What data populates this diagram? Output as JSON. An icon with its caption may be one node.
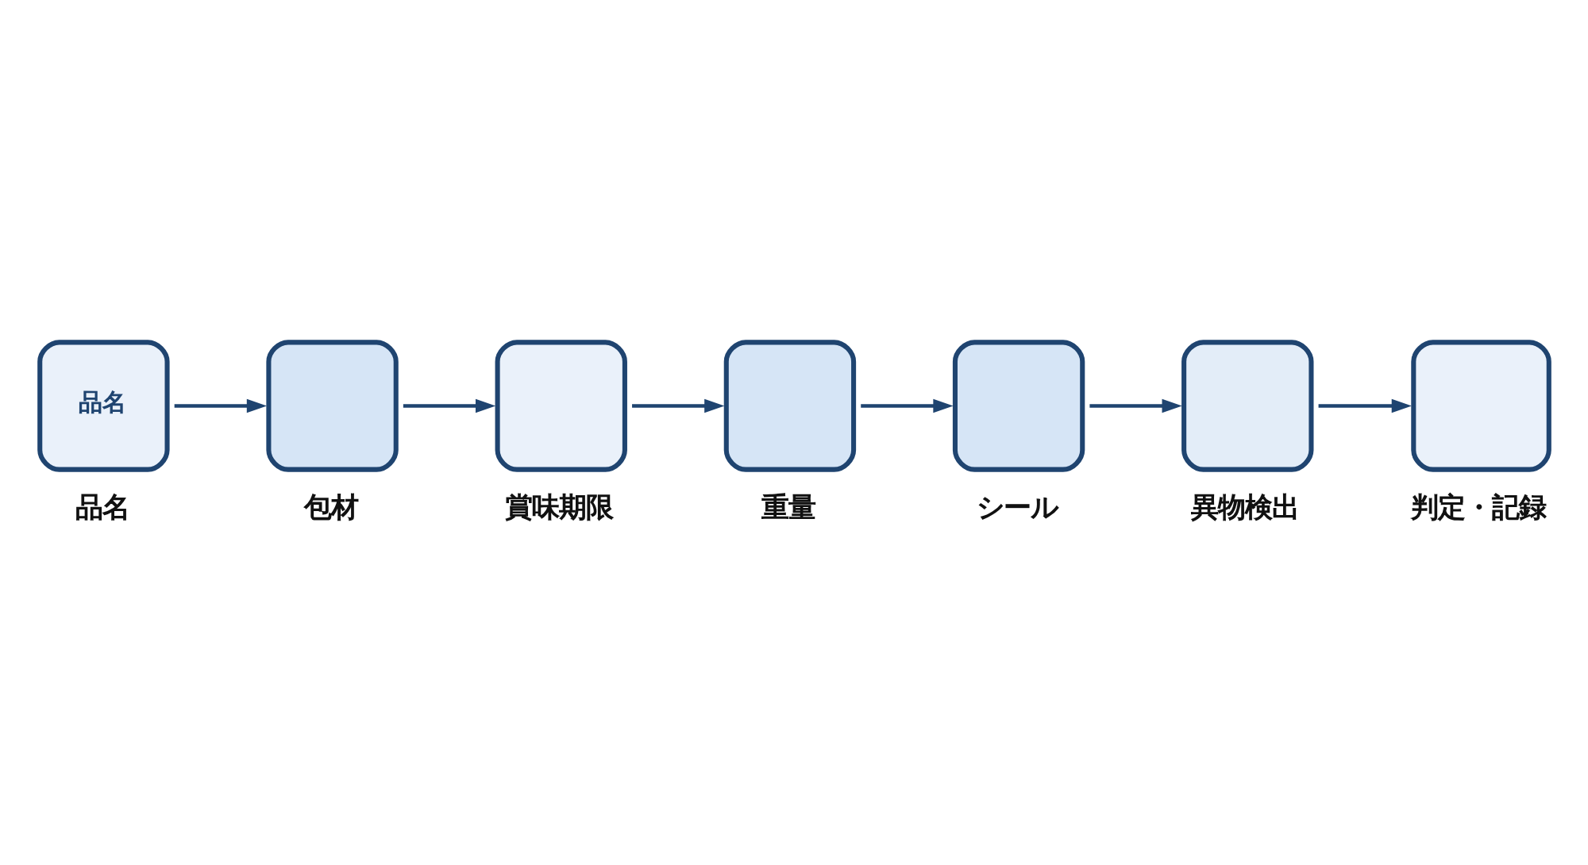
{
  "diagram": {
    "nodes": [
      {
        "text": [
          "品名",
          "品名"
        ]
      },
      {
        "text": [
          "包材"
        ]
      },
      {
        "text": [
          "賞味期限"
        ]
      },
      {
        "text": [
          "重量"
        ]
      },
      {
        "text": [
          "シール"
        ]
      },
      {
        "text": [
          "異物検出"
        ]
      },
      {
        "text": [
          "判定・記録"
        ]
      }
    ],
    "edges": [
      {
        "from": 0,
        "to": 1,
        "arrow": "to"
      },
      {
        "from": 1,
        "to": 2,
        "arrow": "to"
      },
      {
        "from": 2,
        "to": 3,
        "arrow": "to"
      },
      {
        "from": 3,
        "to": 4,
        "arrow": "to"
      },
      {
        "from": 4,
        "to": 5,
        "arrow": "to"
      },
      {
        "from": 5,
        "to": 6,
        "arrow": "to"
      }
    ]
  }
}
